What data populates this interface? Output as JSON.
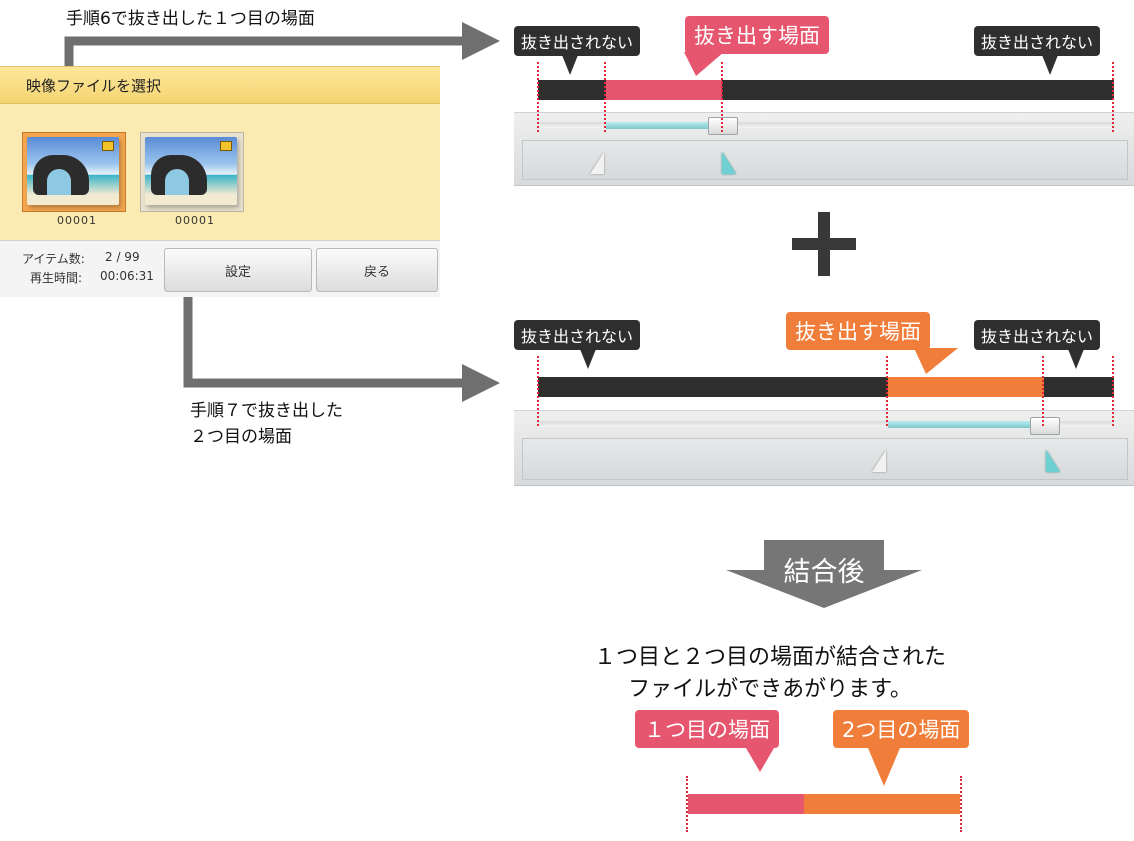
{
  "captions": {
    "scene1": "手順6で抜き出した１つ目の場面",
    "scene2_line1": "手順７で抜き出した",
    "scene2_line2": "２つ目の場面"
  },
  "file_panel": {
    "title": "映像ファイルを選択",
    "thumbnails": [
      {
        "label": "00001",
        "selected": true
      },
      {
        "label": "00001",
        "selected": false
      }
    ],
    "item_count_label": "アイテム数:",
    "item_count_value": "2 / 99",
    "play_time_label": "再生時間:",
    "play_time_value": "00:06:31",
    "settings_button": "設定",
    "back_button": "戻る"
  },
  "timeline1": {
    "left_label": "抜き出されない",
    "center_label": "抜き出す場面",
    "right_label": "抜き出されない"
  },
  "timeline2": {
    "left_label": "抜き出されない",
    "center_label": "抜き出す場面",
    "right_label": "抜き出されない"
  },
  "plus_symbol": "＋",
  "merge": {
    "arrow_label": "結合後",
    "result_line1": "１つ目と２つ目の場面が結合された",
    "result_line2": "ファイルができあがります。",
    "first_label": "１つ目の場面",
    "second_label": "2つ目の場面"
  },
  "colors": {
    "extract_scene_1": "#e6566f",
    "extract_scene_2": "#f07e3a",
    "not_extracted": "#2e2e2e",
    "arrow": "#707070",
    "panel_bg": "#fbeab2"
  }
}
